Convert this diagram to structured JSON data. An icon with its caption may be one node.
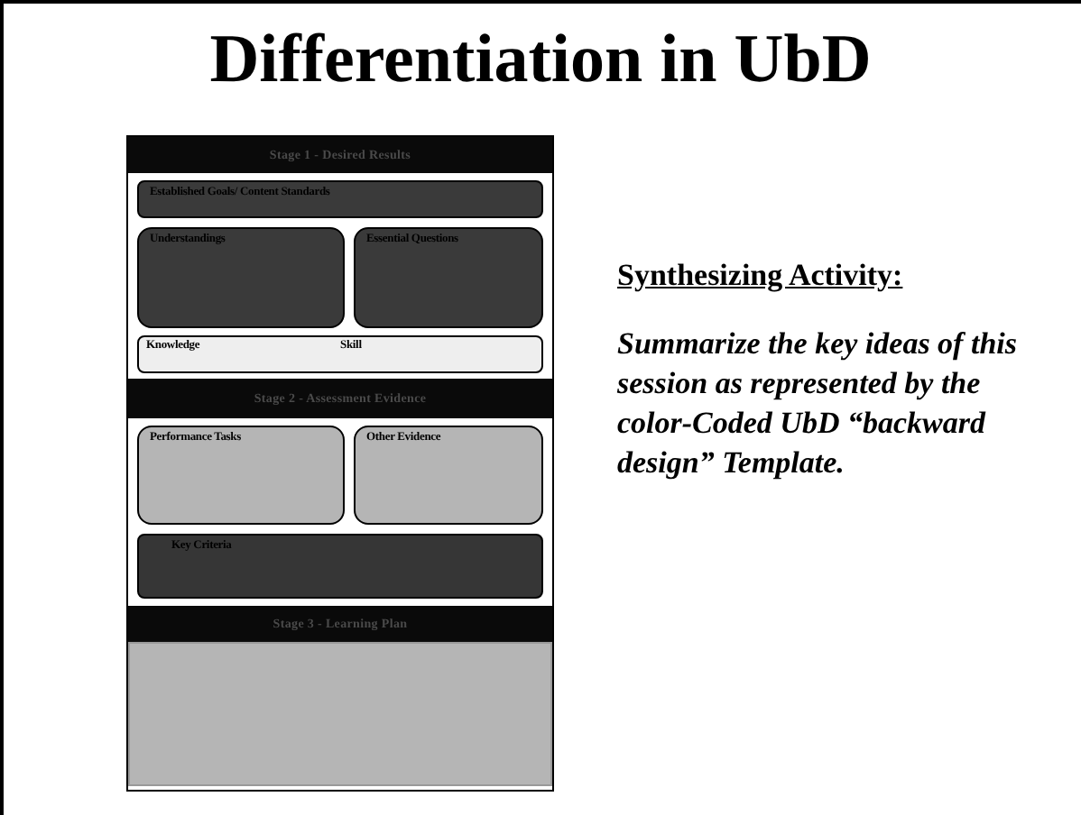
{
  "diagram": {
    "title": "Differentiation in UbD",
    "nodes": [
      {
        "text": [],
        "shape": "box"
      },
      {
        "text": [
          "Stage 1 - Desired Results"
        ],
        "in": 0
      },
      {
        "text": [
          "Established Goals/ Content Standards"
        ],
        "in": 0
      },
      {
        "text": [
          "Understandings"
        ],
        "in": 0
      },
      {
        "text": [
          "Essential Questions"
        ],
        "in": 0
      },
      {
        "text": [
          "Knowledge",
          "Skill"
        ],
        "in": 0
      },
      {
        "text": [
          "Stage 2 - Assessment Evidence"
        ],
        "in": 0
      },
      {
        "text": [
          "Performance Tasks"
        ],
        "in": 0
      },
      {
        "text": [
          "Other Evidence"
        ],
        "in": 0
      },
      {
        "text": [
          "Key Criteria"
        ],
        "in": 0
      },
      {
        "text": [
          "Stage 3 - Learning Plan"
        ],
        "in": 0
      },
      {
        "text": [],
        "shape": "box",
        "in": 0
      }
    ],
    "edges": [],
    "labels": [
      "Synthesizing Activity:",
      "Summarize the key ideas of this session as represented by the color-Coded UbD “backward design” Template."
    ]
  }
}
